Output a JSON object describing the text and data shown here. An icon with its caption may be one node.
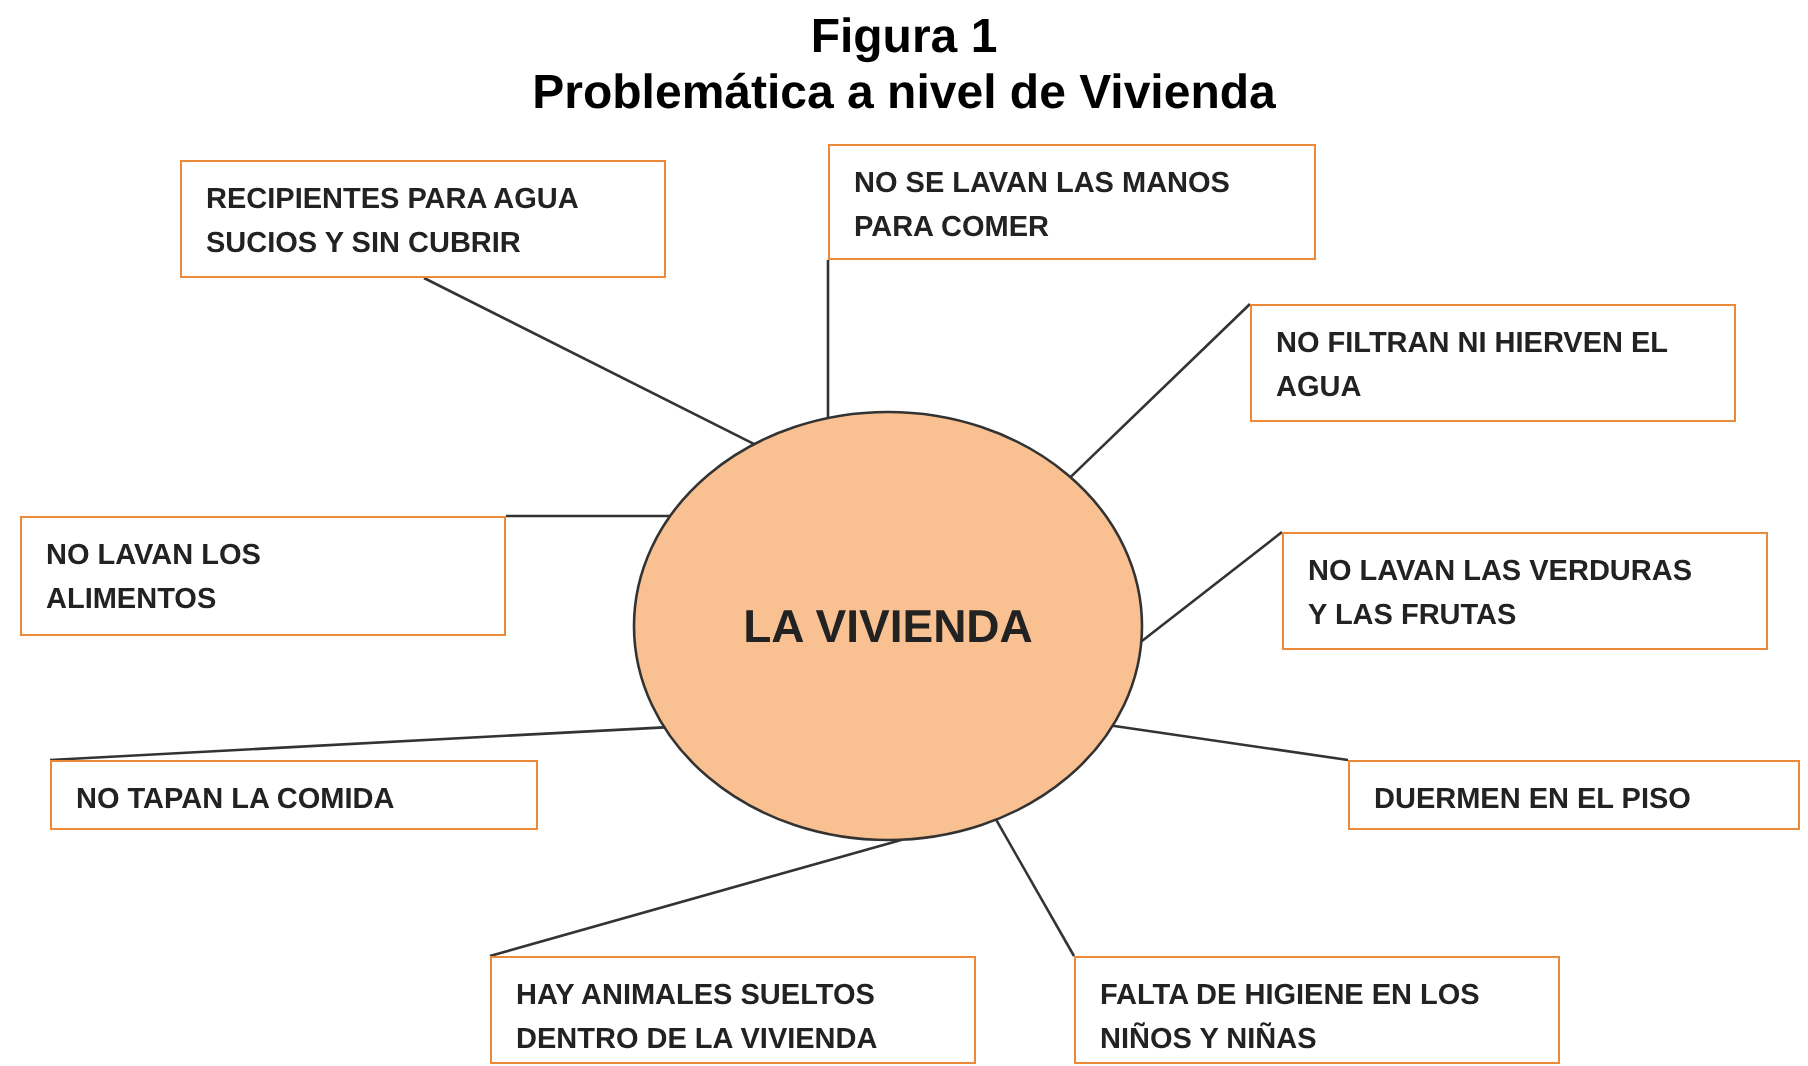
{
  "diagram": {
    "title": "Problemática a nivel de Vivienda",
    "nodes": [
      {
        "text": [
          "LA VIVIENDA"
        ]
      },
      {
        "text": [
          "RECIPIENTES PARA AGUA SUCIOS Y SIN CUBRIR"
        ]
      },
      {
        "text": [
          "NO SE LAVAN LAS MANOS PARA COMER"
        ]
      },
      {
        "text": [
          "NO FILTRAN NI HIERVEN EL AGUA"
        ]
      },
      {
        "text": [
          "NO LAVAN LOS ALIMENTOS"
        ]
      },
      {
        "text": [
          "NO LAVAN LAS VERDURAS Y LAS FRUTAS"
        ]
      },
      {
        "text": [
          "NO TAPAN LA COMIDA"
        ]
      },
      {
        "text": [
          "DUERMEN EN EL PISO"
        ]
      },
      {
        "text": [
          "HAY ANIMALES SUELTOS DENTRO DE LA VIVIENDA"
        ]
      },
      {
        "text": [
          "FALTA DE HIGIENE EN LOS NIÑOS Y NIÑAS"
        ]
      }
    ],
    "edges": [
      {
        "from": 1,
        "to": 0,
        "arrow": "none"
      },
      {
        "from": 2,
        "to": 0,
        "arrow": "none"
      },
      {
        "from": 3,
        "to": 0,
        "arrow": "none"
      },
      {
        "from": 4,
        "to": 0,
        "arrow": "none"
      },
      {
        "from": 5,
        "to": 0,
        "arrow": "none"
      },
      {
        "from": 6,
        "to": 0,
        "arrow": "none"
      },
      {
        "from": 7,
        "to": 0,
        "arrow": "none"
      },
      {
        "from": 8,
        "to": 0,
        "arrow": "none"
      },
      {
        "from": 9,
        "to": 0,
        "arrow": "none"
      }
    ],
    "labels": [
      "Figura 1"
    ]
  }
}
